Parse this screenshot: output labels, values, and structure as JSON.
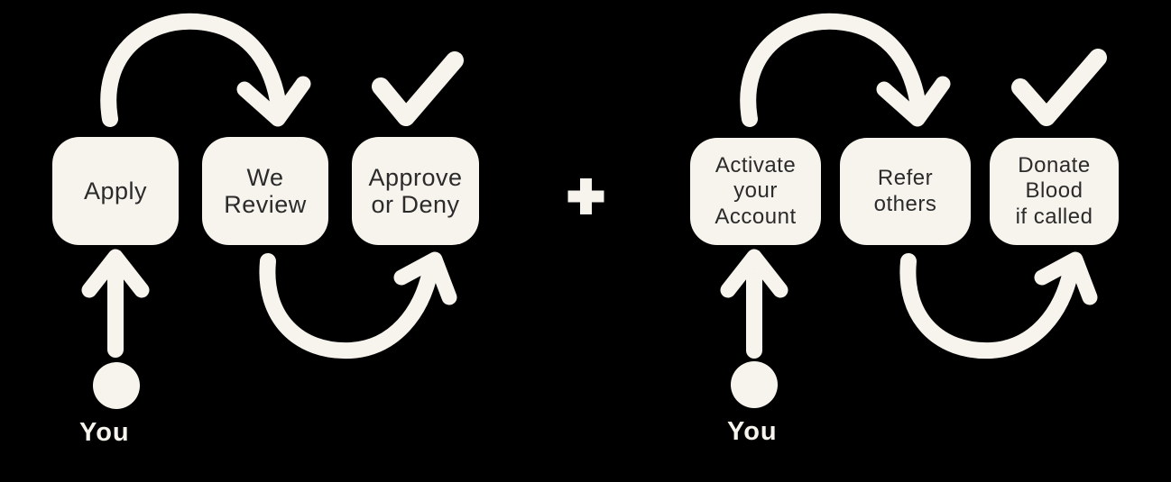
{
  "colors": {
    "background": "#000000",
    "shape_cream": "#f7f4ed",
    "box_fill": "#f7f4ed",
    "box_text": "#2b2b2b"
  },
  "connector": {
    "plus_symbol": "+"
  },
  "left_flow": {
    "steps": [
      {
        "label": "Apply"
      },
      {
        "label": "We\nReview"
      },
      {
        "label": "Approve\nor Deny"
      }
    ],
    "actor_label": "You",
    "icons": {
      "step1_to_step2": "curved-arrow",
      "step3_status": "checkmark",
      "actor_to_step1": "up-arrow",
      "actor_marker": "dot",
      "step2_to_step3": "curved-arrow"
    }
  },
  "right_flow": {
    "steps": [
      {
        "label": "Activate\nyour\nAccount"
      },
      {
        "label": "Refer\nothers"
      },
      {
        "label": "Donate\nBlood\nif called"
      }
    ],
    "actor_label": "You",
    "icons": {
      "step1_to_step2": "curved-arrow",
      "step3_status": "checkmark",
      "actor_to_step1": "up-arrow",
      "actor_marker": "dot",
      "step2_to_step3": "curved-arrow"
    }
  }
}
